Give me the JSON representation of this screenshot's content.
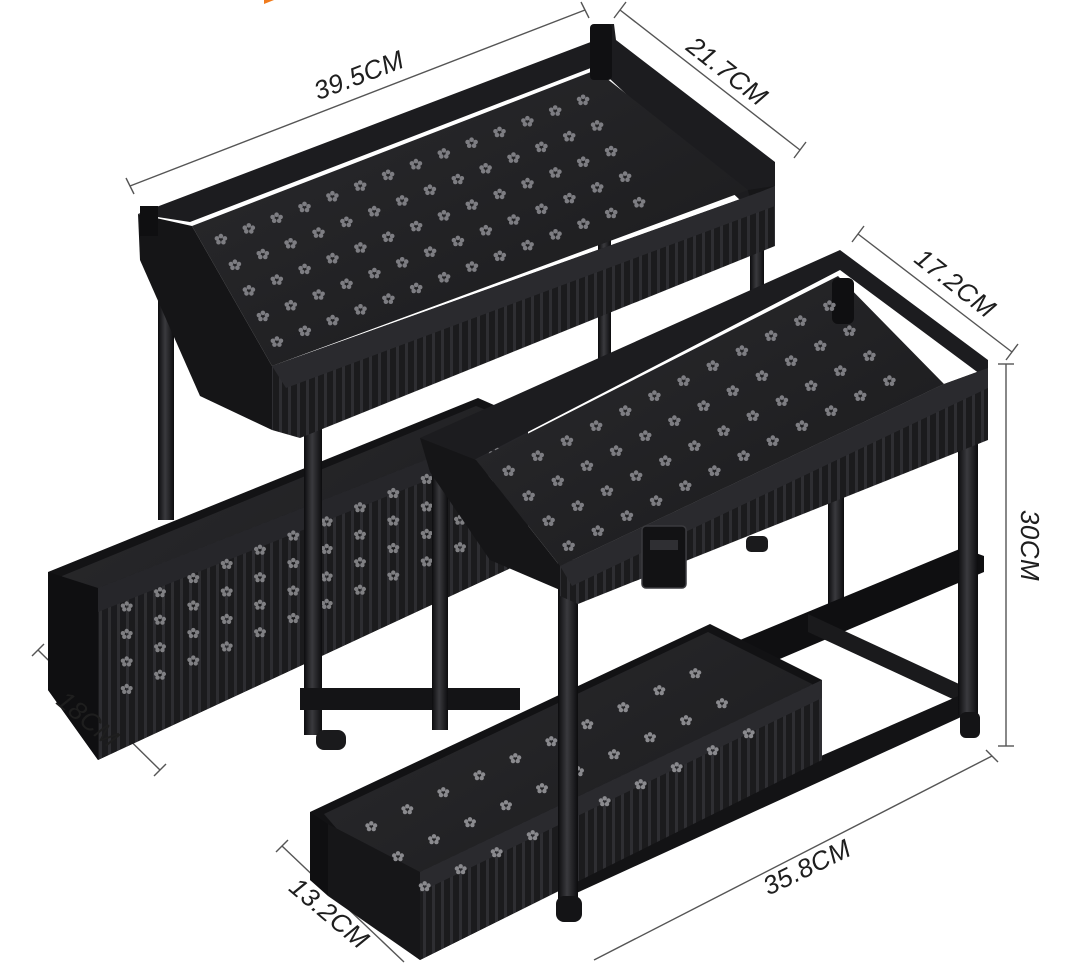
{
  "product": "two-tier sliding under-sink organizer",
  "colors": {
    "background": "#ffffff",
    "product": "#1f1f21",
    "product_highlight": "#3a3a3e",
    "product_shadow": "#0e0e10",
    "dimension_line": "#555555",
    "dimension_text": "#1e1e1e",
    "accent": "#f07b1d"
  },
  "dimensions": {
    "upper_length": "39.5CM",
    "upper_depth": "21.7CM",
    "lower_depth": "17.2CM",
    "height": "30CM",
    "left_drawer_depth": "18CM",
    "bottom_drawer_depth": "13.2CM",
    "lower_length": "35.8CM"
  }
}
